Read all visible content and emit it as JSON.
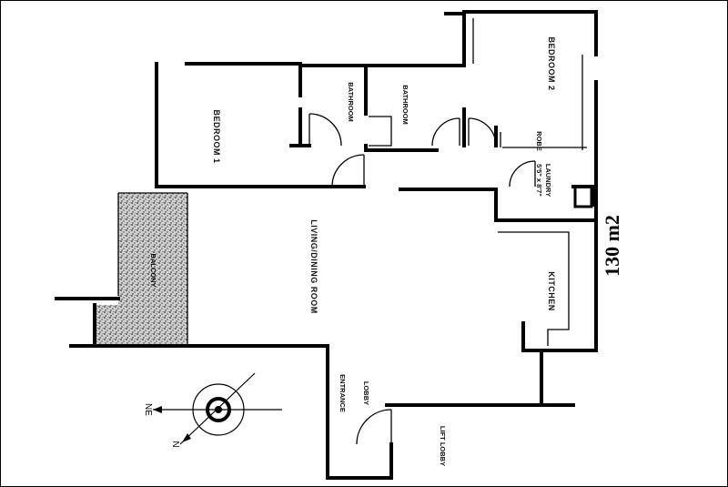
{
  "plan": {
    "area": "130 m2",
    "rooms": {
      "bedroom1": "BEDROOM 1",
      "bedroom2": "BEDROOM 2",
      "bathroom1": "BATHROOM",
      "bathroom2": "BATHROOM",
      "living": "LIVING/DINING ROOM",
      "kitchen": "KITCHEN",
      "laundry": "LAUNDRY",
      "laundry_size": "5'5\" x 8'7\"",
      "robe": "ROBE",
      "balcony": "BALCONY",
      "entrance": "ENTRANCE",
      "lobby": "LOBBY",
      "lift_lobby": "LIFT LOBBY"
    },
    "compass": {
      "ne": "NE",
      "n": "N"
    }
  }
}
